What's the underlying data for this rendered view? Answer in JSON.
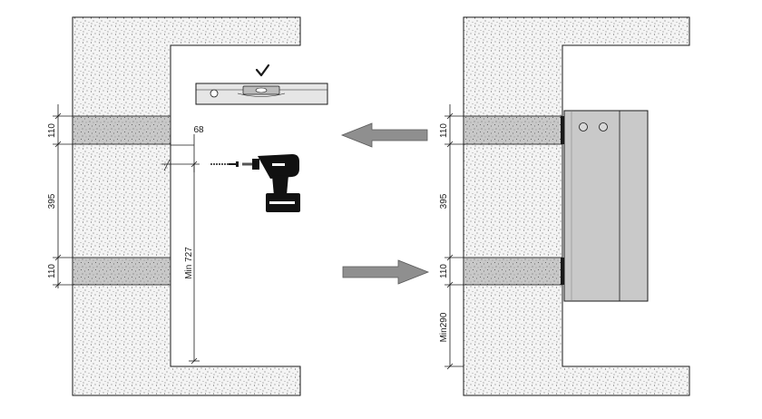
{
  "colors": {
    "wall_fill": "#f4f4f4",
    "wall_speckle": "#3a3a3a",
    "block_band": "#c8c8c8",
    "stroke": "#1a1a1a",
    "unit_fill": "#c9c9c9",
    "arrow_fill": "#8f8f8f",
    "drill": "#111111",
    "level_fill": "#e6e6e6"
  },
  "left_panel": {
    "dim_top_band": "110",
    "dim_gap": "395",
    "dim_bottom_band": "110",
    "dim_offset": "68",
    "dim_min_height": "Min 727"
  },
  "right_panel": {
    "dim_top_band": "110",
    "dim_gap": "395",
    "dim_bottom_band": "110",
    "dim_min_floor": "Min290"
  },
  "icons": {
    "spirit_level": "spirit-level-icon",
    "check": "check-mark-icon",
    "drill": "cordless-drill-icon",
    "screw": "screw-icon",
    "arrow_left": "arrow-left-icon",
    "arrow_right": "arrow-right-icon"
  }
}
